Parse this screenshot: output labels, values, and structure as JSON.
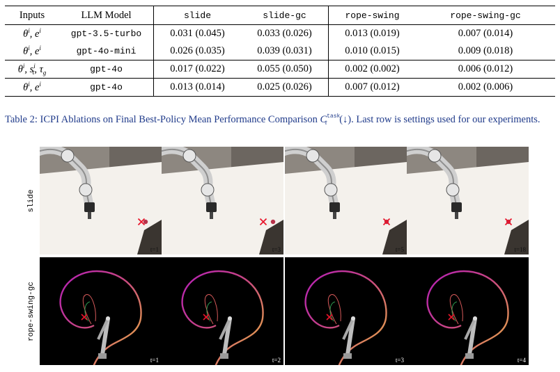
{
  "table": {
    "headers": [
      "Inputs",
      "LLM Model",
      "slide",
      "slide-gc",
      "rope-swing",
      "rope-swing-gc"
    ],
    "rows": [
      {
        "model": "gpt-3.5-turbo",
        "slide": "0.031 (0.045)",
        "slide_gc": "0.033 (0.026)",
        "rope_swing": "0.013 (0.019)",
        "rope_swing_gc": "0.007 (0.014)"
      },
      {
        "model": "gpt-4o-mini",
        "slide": "0.026 (0.035)",
        "slide_gc": "0.039 (0.031)",
        "rope_swing": "0.010 (0.015)",
        "rope_swing_gc": "0.009 (0.018)"
      },
      {
        "model": "gpt-4o",
        "slide": "0.017 (0.022)",
        "slide_gc": "0.055 (0.050)",
        "rope_swing": "0.002 (0.002)",
        "rope_swing_gc": "0.006 (0.012)"
      },
      {
        "model": "gpt-4o",
        "slide": "0.013 (0.014)",
        "slide_gc": "0.025 (0.026)",
        "rope_swing": "0.007 (0.012)",
        "rope_swing_gc": "0.002 (0.006)"
      }
    ]
  },
  "caption": {
    "prefix": "Table 2: ICPI Ablations on Final Best-Policy Mean Performance Comparison ",
    "symbol": "C",
    "superscript": "task",
    "subscript": "τ",
    "arrow": " (↓). ",
    "rest": "Last row is settings used for our experiments."
  },
  "figure": {
    "row_labels": [
      "slide",
      "rope-swing-gc"
    ],
    "slide_times": [
      "t=1",
      "t=3",
      "t=5",
      "t=18"
    ],
    "rope_times": [
      "t=1",
      "t=2",
      "t=3",
      "t=4"
    ],
    "colors": {
      "floor": "#f4f1ec",
      "background_dark": "#000000",
      "target_marker": "#e8152b",
      "trajectory_start": "#f2e23a",
      "trajectory_end": "#c9443d",
      "rope_start": "#b51fb8",
      "rope_end": "#f0c03a"
    }
  }
}
